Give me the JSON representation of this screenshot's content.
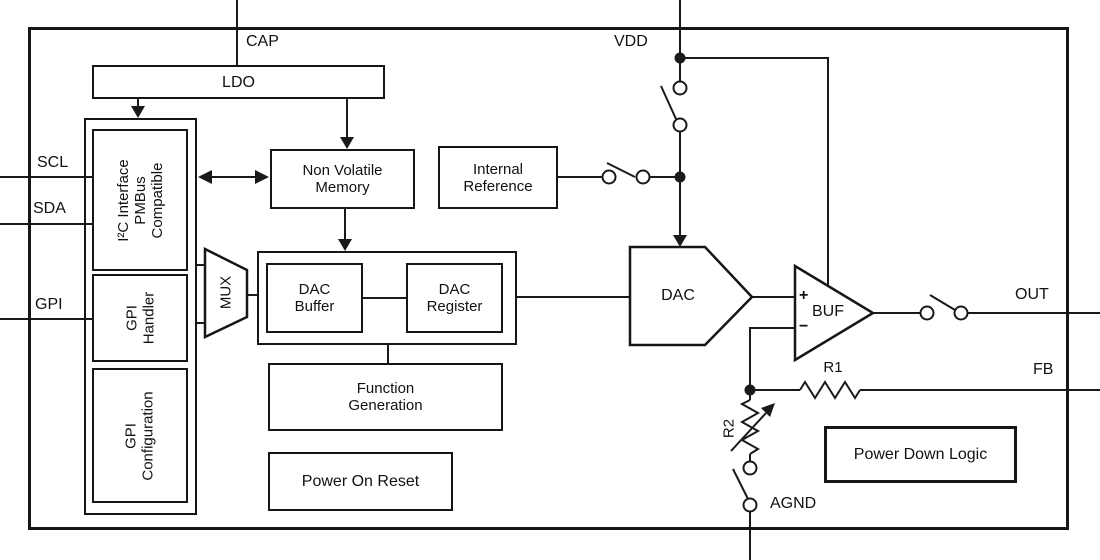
{
  "diagram": {
    "pins": {
      "cap": "CAP",
      "vdd": "VDD",
      "scl": "SCL",
      "sda": "SDA",
      "gpi": "GPI",
      "out": "OUT",
      "fb": "FB",
      "agnd": "AGND"
    },
    "blocks": {
      "ldo": "LDO",
      "i2c_interface": "I²C Interface\nPMBus\nCompatible",
      "gpi_handler": "GPI\nHandler",
      "gpi_configuration": "GPI\nConfiguration",
      "mux": "MUX",
      "non_volatile_memory": "Non Volatile\nMemory",
      "internal_reference": "Internal\nReference",
      "dac_buffer": "DAC\nBuffer",
      "dac_register": "DAC\nRegister",
      "function_generation": "Function\nGeneration",
      "power_on_reset": "Power On Reset",
      "power_down_logic": "Power Down Logic",
      "dac": "DAC",
      "buf": "BUF"
    },
    "components": {
      "r1": "R1",
      "r2": "R2",
      "opamp_plus": "+",
      "opamp_minus": "−"
    },
    "colors": {
      "line": "#1a1a1a",
      "background": "#ffffff"
    }
  }
}
